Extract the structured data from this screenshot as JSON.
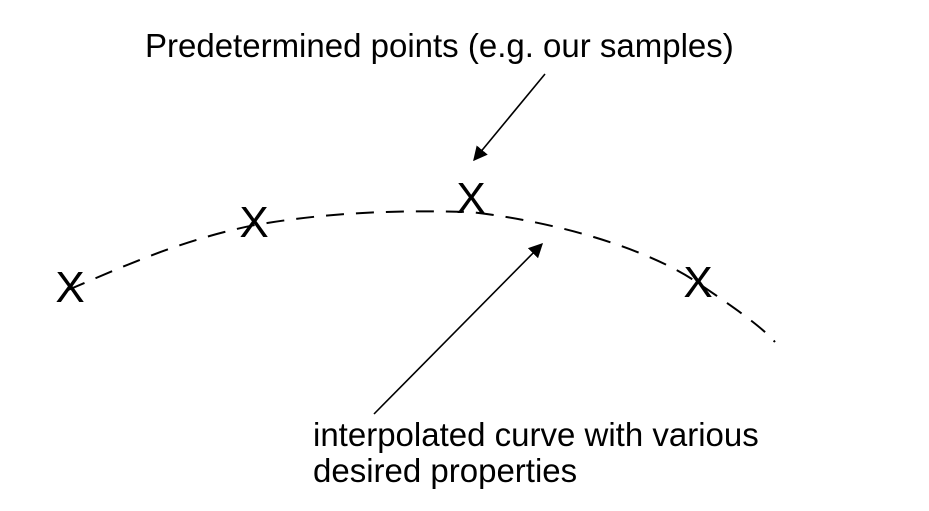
{
  "annotations": {
    "points_label": "Predetermined points (e.g. our samples)",
    "curve_label_line1": "interpolated curve with various",
    "curve_label_line2": "desired properties"
  },
  "marker_glyph": "X",
  "colors": {
    "ink": "#000000",
    "background": "#ffffff"
  }
}
